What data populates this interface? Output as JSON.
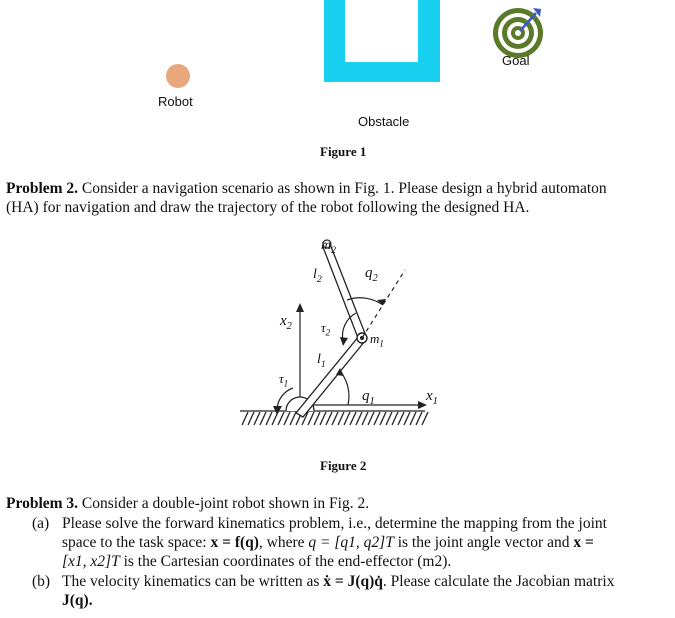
{
  "figure1": {
    "caption": "Figure 1",
    "robot_label": "Robot",
    "obstacle_label": "Obstacle",
    "goal_label": "Goal",
    "colors": {
      "robot": "#e8a77d",
      "obstacle": "#1ad0f0",
      "goal": "#5a7a2a",
      "goal_ring": "#ffffff",
      "dart": "#3a59c8"
    }
  },
  "problem2": {
    "heading": "Problem 2.",
    "line1": "Consider a navigation scenario as shown in Fig. 1. Please design a hybrid automaton",
    "line2": "(HA) for navigation and draw the trajectory of the robot following the designed HA."
  },
  "figure2": {
    "caption": "Figure 2",
    "labels": {
      "m2": "m2",
      "l2": "l2",
      "q2": "q2",
      "x2": "x2",
      "tau2": "τ2",
      "m1": "m1",
      "l1": "l1",
      "tau1": "τ1",
      "q1": "q1",
      "x1": "x1"
    }
  },
  "problem3": {
    "heading": "Problem 3.",
    "intro": "Consider a double-joint robot shown in Fig. 2.",
    "a_label": "(a)",
    "a_line1": "Please solve the forward kinematics problem, i.e., determine the mapping from the joint",
    "a_line2_pre": "space to the task space: ",
    "a_line2_eq1": "x = f(q)",
    "a_line2_mid": ", where ",
    "a_line2_eq2": "q = [q1, q2]T",
    "a_line2_post": " is the joint angle vector and ",
    "a_line2_eq3": "x =",
    "a_line3_eq": "[x1, x2]T",
    "a_line3_post": " is the Cartesian coordinates of the end-effector (m2).",
    "b_label": "(b)",
    "b_line1_pre": "The velocity kinematics can be written as ",
    "b_line1_eq": "ẋ = J(q)q̇",
    "b_line1_post": ". Please calculate the Jacobian matrix",
    "b_line2": "J(q)."
  }
}
